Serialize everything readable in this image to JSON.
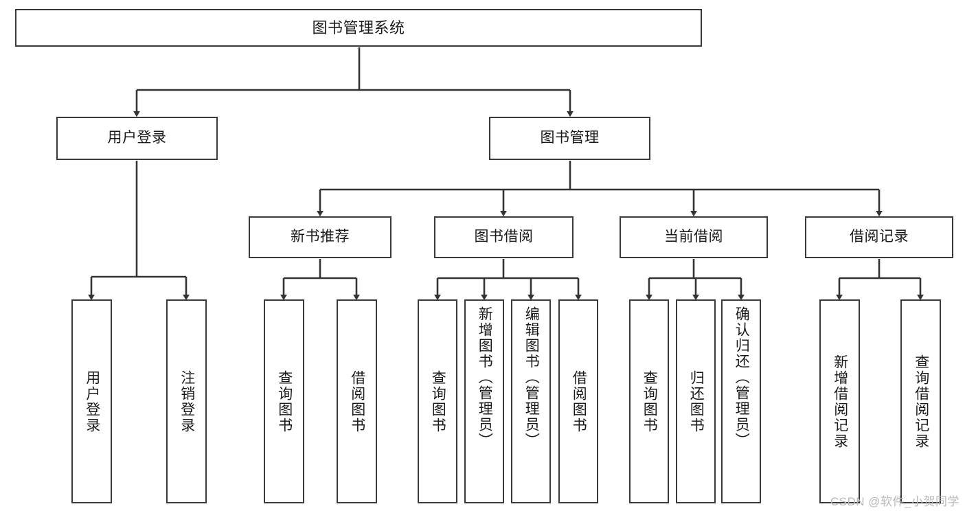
{
  "diagram": {
    "title": "图书管理系统",
    "type": "tree",
    "watermark": "CSDN @软件_小贺同学",
    "colors": {
      "box_border": "#3a3a3a",
      "box_fill": "#ffffff",
      "connector": "#333333",
      "text": "#1a1a1a",
      "watermark": "#b9b9b9",
      "background": "#ffffff"
    },
    "nodes": {
      "root": {
        "label": "图书管理系统",
        "level": 0
      },
      "level1": [
        {
          "id": "user-login",
          "label": "用户登录"
        },
        {
          "id": "book-manage",
          "label": "图书管理"
        }
      ],
      "level2": [
        {
          "id": "new-book-rec",
          "label": "新书推荐",
          "parent": "book-manage"
        },
        {
          "id": "book-borrow",
          "label": "图书借阅",
          "parent": "book-manage"
        },
        {
          "id": "current-borrow",
          "label": "当前借阅",
          "parent": "book-manage"
        },
        {
          "id": "borrow-record",
          "label": "借阅记录",
          "parent": "book-manage"
        }
      ],
      "leaves": [
        {
          "id": "leaf-user-login",
          "label": "用户登录",
          "parent": "user-login"
        },
        {
          "id": "leaf-user-logout",
          "label": "注销登录",
          "parent": "user-login"
        },
        {
          "id": "leaf-query-book-1",
          "label": "查询图书",
          "parent": "new-book-rec"
        },
        {
          "id": "leaf-borrow-book-1",
          "label": "借阅图书",
          "parent": "new-book-rec"
        },
        {
          "id": "leaf-query-book-2",
          "label": "查询图书",
          "parent": "book-borrow"
        },
        {
          "id": "leaf-add-book",
          "label": "新增图书（管理员）",
          "parent": "book-borrow"
        },
        {
          "id": "leaf-edit-book",
          "label": "编辑图书（管理员）",
          "parent": "book-borrow"
        },
        {
          "id": "leaf-borrow-book-2",
          "label": "借阅图书",
          "parent": "book-borrow"
        },
        {
          "id": "leaf-query-book-3",
          "label": "查询图书",
          "parent": "current-borrow"
        },
        {
          "id": "leaf-return-book",
          "label": "归还图书",
          "parent": "current-borrow"
        },
        {
          "id": "leaf-confirm-return",
          "label": "确认归还（管理员）",
          "parent": "current-borrow"
        },
        {
          "id": "leaf-add-record",
          "label": "新增借阅记录",
          "parent": "borrow-record"
        },
        {
          "id": "leaf-query-record",
          "label": "查询借阅记录",
          "parent": "borrow-record"
        }
      ]
    }
  }
}
